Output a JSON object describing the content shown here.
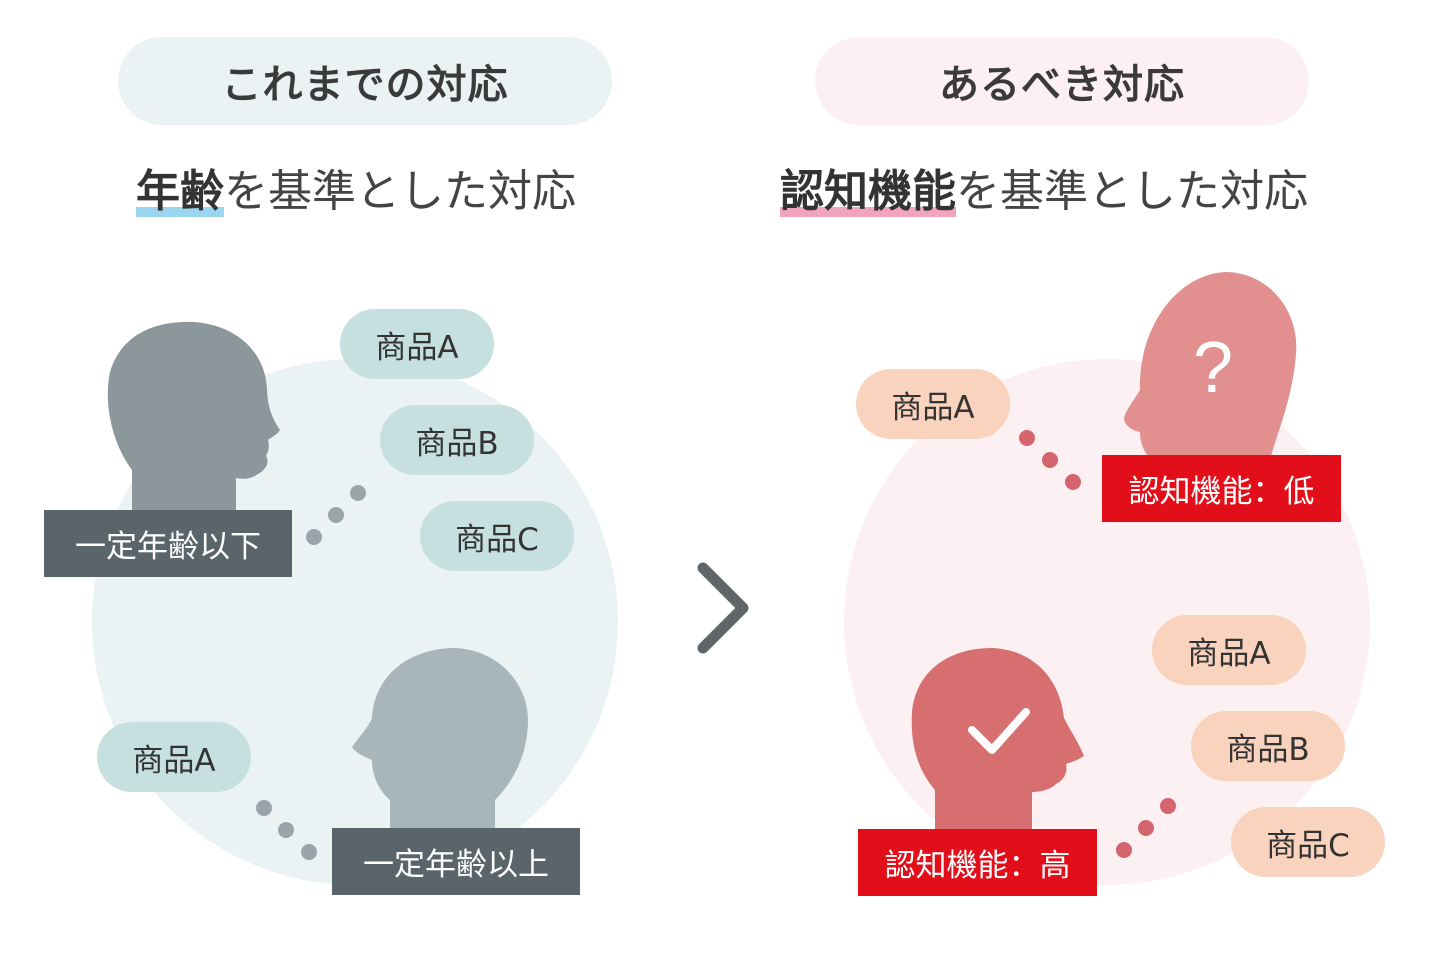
{
  "left": {
    "header": "これまでの対応",
    "subtitle_em": "年齢",
    "subtitle_rest": "を基準とした対応",
    "products_top": [
      "商品A",
      "商品B",
      "商品C"
    ],
    "tag_top": "一定年齢以下",
    "product_bottom": "商品A",
    "tag_bottom": "一定年齢以上"
  },
  "right": {
    "header": "あるべき対応",
    "subtitle_em": "認知機能",
    "subtitle_rest": "を基準とした対応",
    "product_top": "商品A",
    "tag_top": "認知機能：低",
    "head_top_symbol": "?",
    "products_bottom": [
      "商品A",
      "商品B",
      "商品C"
    ],
    "tag_bottom": "認知機能：高"
  },
  "arrow_icon": "chevron-right-icon",
  "colors": {
    "left_header_bg": "#ebf2f3",
    "right_header_bg": "#fdf0f2",
    "left_circle": "#ebf2f3",
    "right_circle": "#fdf0f2",
    "left_underline": "#9bd6f0",
    "right_underline": "#f2a3bd",
    "left_product": "#c6e0df",
    "right_product": "#f9d3bd",
    "left_tag": "#59646b",
    "right_tag": "#e20f1a",
    "head_dark": "#8c979c",
    "head_light": "#a8b6bc",
    "head_pink": "#e28f90",
    "head_red": "#d76e70",
    "dots_left": "#9aa5aa",
    "dots_right": "#d4646e",
    "arrow": "#606668"
  }
}
